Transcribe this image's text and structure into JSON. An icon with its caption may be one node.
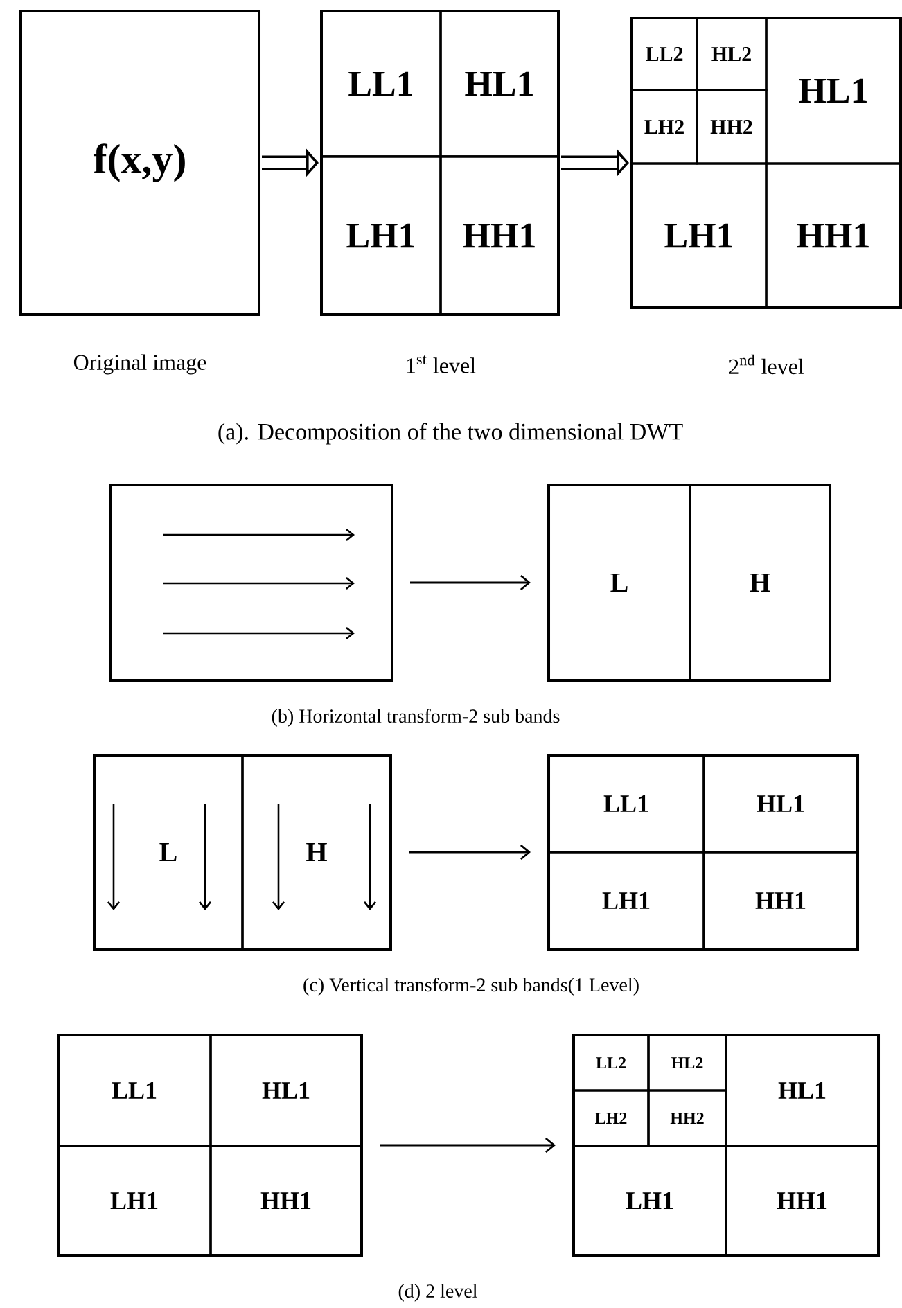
{
  "diagram": {
    "nodes": [
      {
        "text": [
          "f(x,y)"
        ],
        "beside": [
          "Original image"
        ]
      },
      {
        "text": [],
        "shape": "box",
        "beside": [
          "1$^{st}$ level"
        ]
      },
      {
        "text": [
          "LL1"
        ],
        "in": 1
      },
      {
        "text": [
          "HL1"
        ],
        "in": 1
      },
      {
        "text": [
          "LH1"
        ],
        "in": 1
      },
      {
        "text": [
          "HH1"
        ],
        "in": 1
      },
      {
        "text": [],
        "shape": "box",
        "beside": [
          "2$^{nd}$ level"
        ]
      },
      {
        "text": [
          "LL2"
        ],
        "in": 6
      },
      {
        "text": [
          "HL2"
        ],
        "in": 6
      },
      {
        "text": [
          "LH2"
        ],
        "in": 6
      },
      {
        "text": [
          "HH2"
        ],
        "in": 6
      },
      {
        "text": [
          "HL1"
        ],
        "in": 6
      },
      {
        "text": [
          "LH1"
        ],
        "in": 6
      },
      {
        "text": [
          "HH1"
        ],
        "in": 6
      },
      {
        "text": [],
        "shape": "box"
      },
      {
        "text": [],
        "shape": "box"
      },
      {
        "text": [
          "L"
        ],
        "in": 15
      },
      {
        "text": [
          "H"
        ],
        "in": 15
      },
      {
        "text": [],
        "shape": "box"
      },
      {
        "text": [
          "L"
        ],
        "in": 18
      },
      {
        "text": [
          "H"
        ],
        "in": 18
      },
      {
        "text": [],
        "shape": "box"
      },
      {
        "text": [
          "LL1"
        ],
        "in": 21
      },
      {
        "text": [
          "HL1"
        ],
        "in": 21
      },
      {
        "text": [
          "LH1"
        ],
        "in": 21
      },
      {
        "text": [
          "HH1"
        ],
        "in": 21
      },
      {
        "text": [],
        "shape": "box"
      },
      {
        "text": [
          "LL1"
        ],
        "in": 26
      },
      {
        "text": [
          "HL1"
        ],
        "in": 26
      },
      {
        "text": [
          "LH1"
        ],
        "in": 26
      },
      {
        "text": [
          "HH1"
        ],
        "in": 26
      },
      {
        "text": [],
        "shape": "box"
      },
      {
        "text": [
          "LL2"
        ],
        "in": 31
      },
      {
        "text": [
          "HL2"
        ],
        "in": 31
      },
      {
        "text": [
          "LH2"
        ],
        "in": 31
      },
      {
        "text": [
          "HH2"
        ],
        "in": 31
      },
      {
        "text": [
          "HL1"
        ],
        "in": 31
      },
      {
        "text": [
          "LH1"
        ],
        "in": 31
      },
      {
        "text": [
          "HH1"
        ],
        "in": 31
      }
    ],
    "edges": [
      {
        "from": 0,
        "to": 1,
        "arrow": "to",
        "style": "thick"
      },
      {
        "from": 1,
        "to": 6,
        "arrow": "to",
        "style": "thick"
      },
      {
        "from": 14,
        "to": 15,
        "arrow": "to"
      },
      {
        "from": 18,
        "to": 21,
        "arrow": "to"
      },
      {
        "from": 26,
        "to": 31,
        "arrow": "to"
      }
    ],
    "labels": [
      "(a). Decomposition of the two dimensional  DWT",
      "(b) Horizontal transform-2 sub bands",
      "(c) Vertical transform-2 sub bands(1 Level)",
      "(d) 2 level"
    ]
  }
}
